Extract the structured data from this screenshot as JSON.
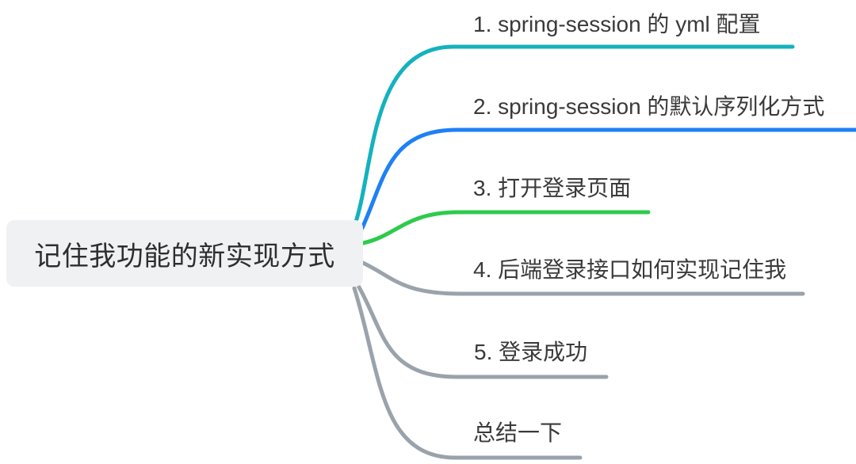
{
  "root": {
    "label": "记住我功能的新实现方式"
  },
  "branches": [
    {
      "label": "1. spring-session 的 yml 配置",
      "color": "#14b2be"
    },
    {
      "label": "2. spring-session 的默认序列化方式",
      "color": "#1e80f6"
    },
    {
      "label": "3. 打开登录页面",
      "color": "#2dcb4d"
    },
    {
      "label": "4. 后端登录接口如何实现记住我",
      "color": "#9aa3ac"
    },
    {
      "label": "5. 登录成功",
      "color": "#9aa3ac"
    },
    {
      "label": "总结一下",
      "color": "#9aa3ac"
    }
  ],
  "colors": {
    "background": "#ffffff",
    "root_bg": "#f0f1f2",
    "root_text": "#2e2e2e",
    "label_text": "#3a3a3a",
    "teal": "#14b2be",
    "blue": "#1e80f6",
    "green": "#2dcb4d",
    "gray": "#9aa3ac"
  }
}
